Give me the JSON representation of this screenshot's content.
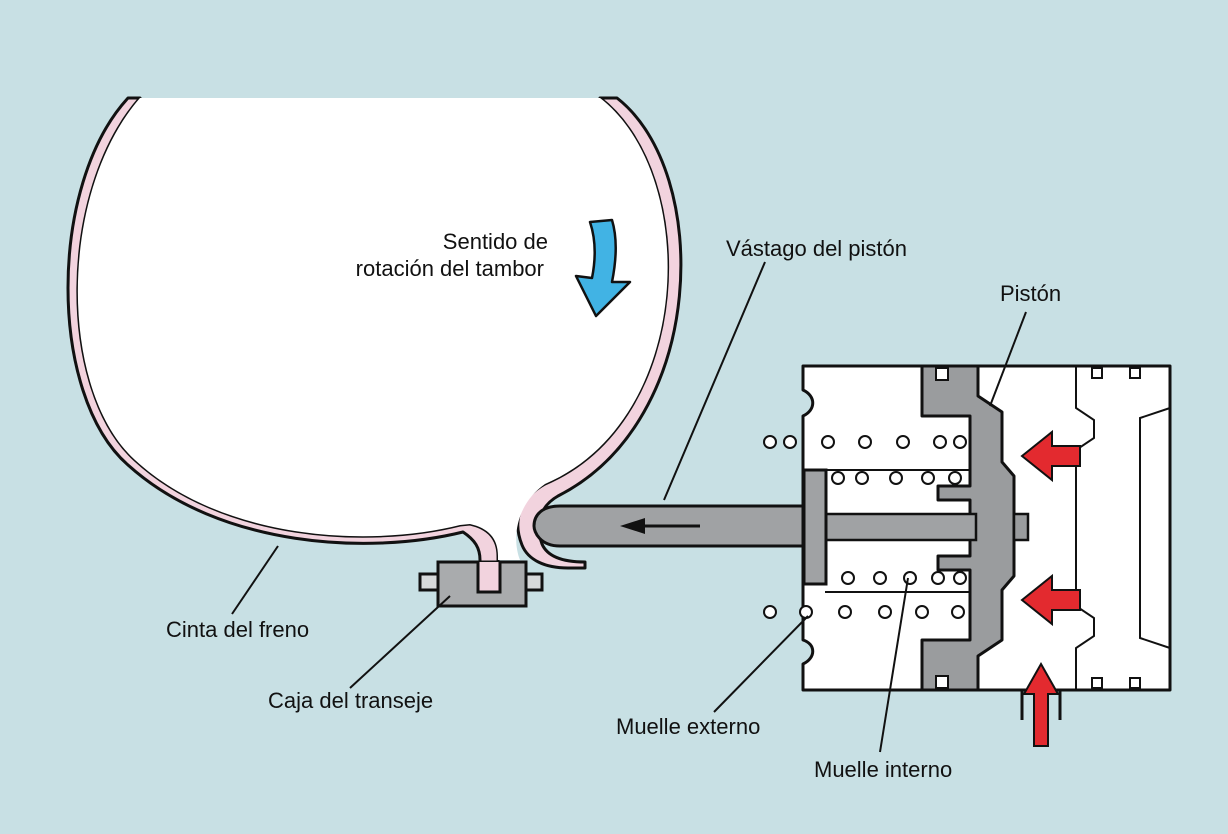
{
  "labels": {
    "rotation_line1": "Sentido de",
    "rotation_line2": "rotación del tambor",
    "rod": "Vástago del pistón",
    "piston": "Pistón",
    "band": "Cinta del freno",
    "case": "Caja del transeje",
    "outer_spring": "Muelle externo",
    "inner_spring": "Muelle interno"
  },
  "colors": {
    "background": "#c8e0e4",
    "band": "#f2d3de",
    "piston": "#9a9c9e",
    "rod": "#a0a2a4",
    "rotation_arrow": "#41b3e4",
    "pressure_arrow": "#e32a2f"
  }
}
